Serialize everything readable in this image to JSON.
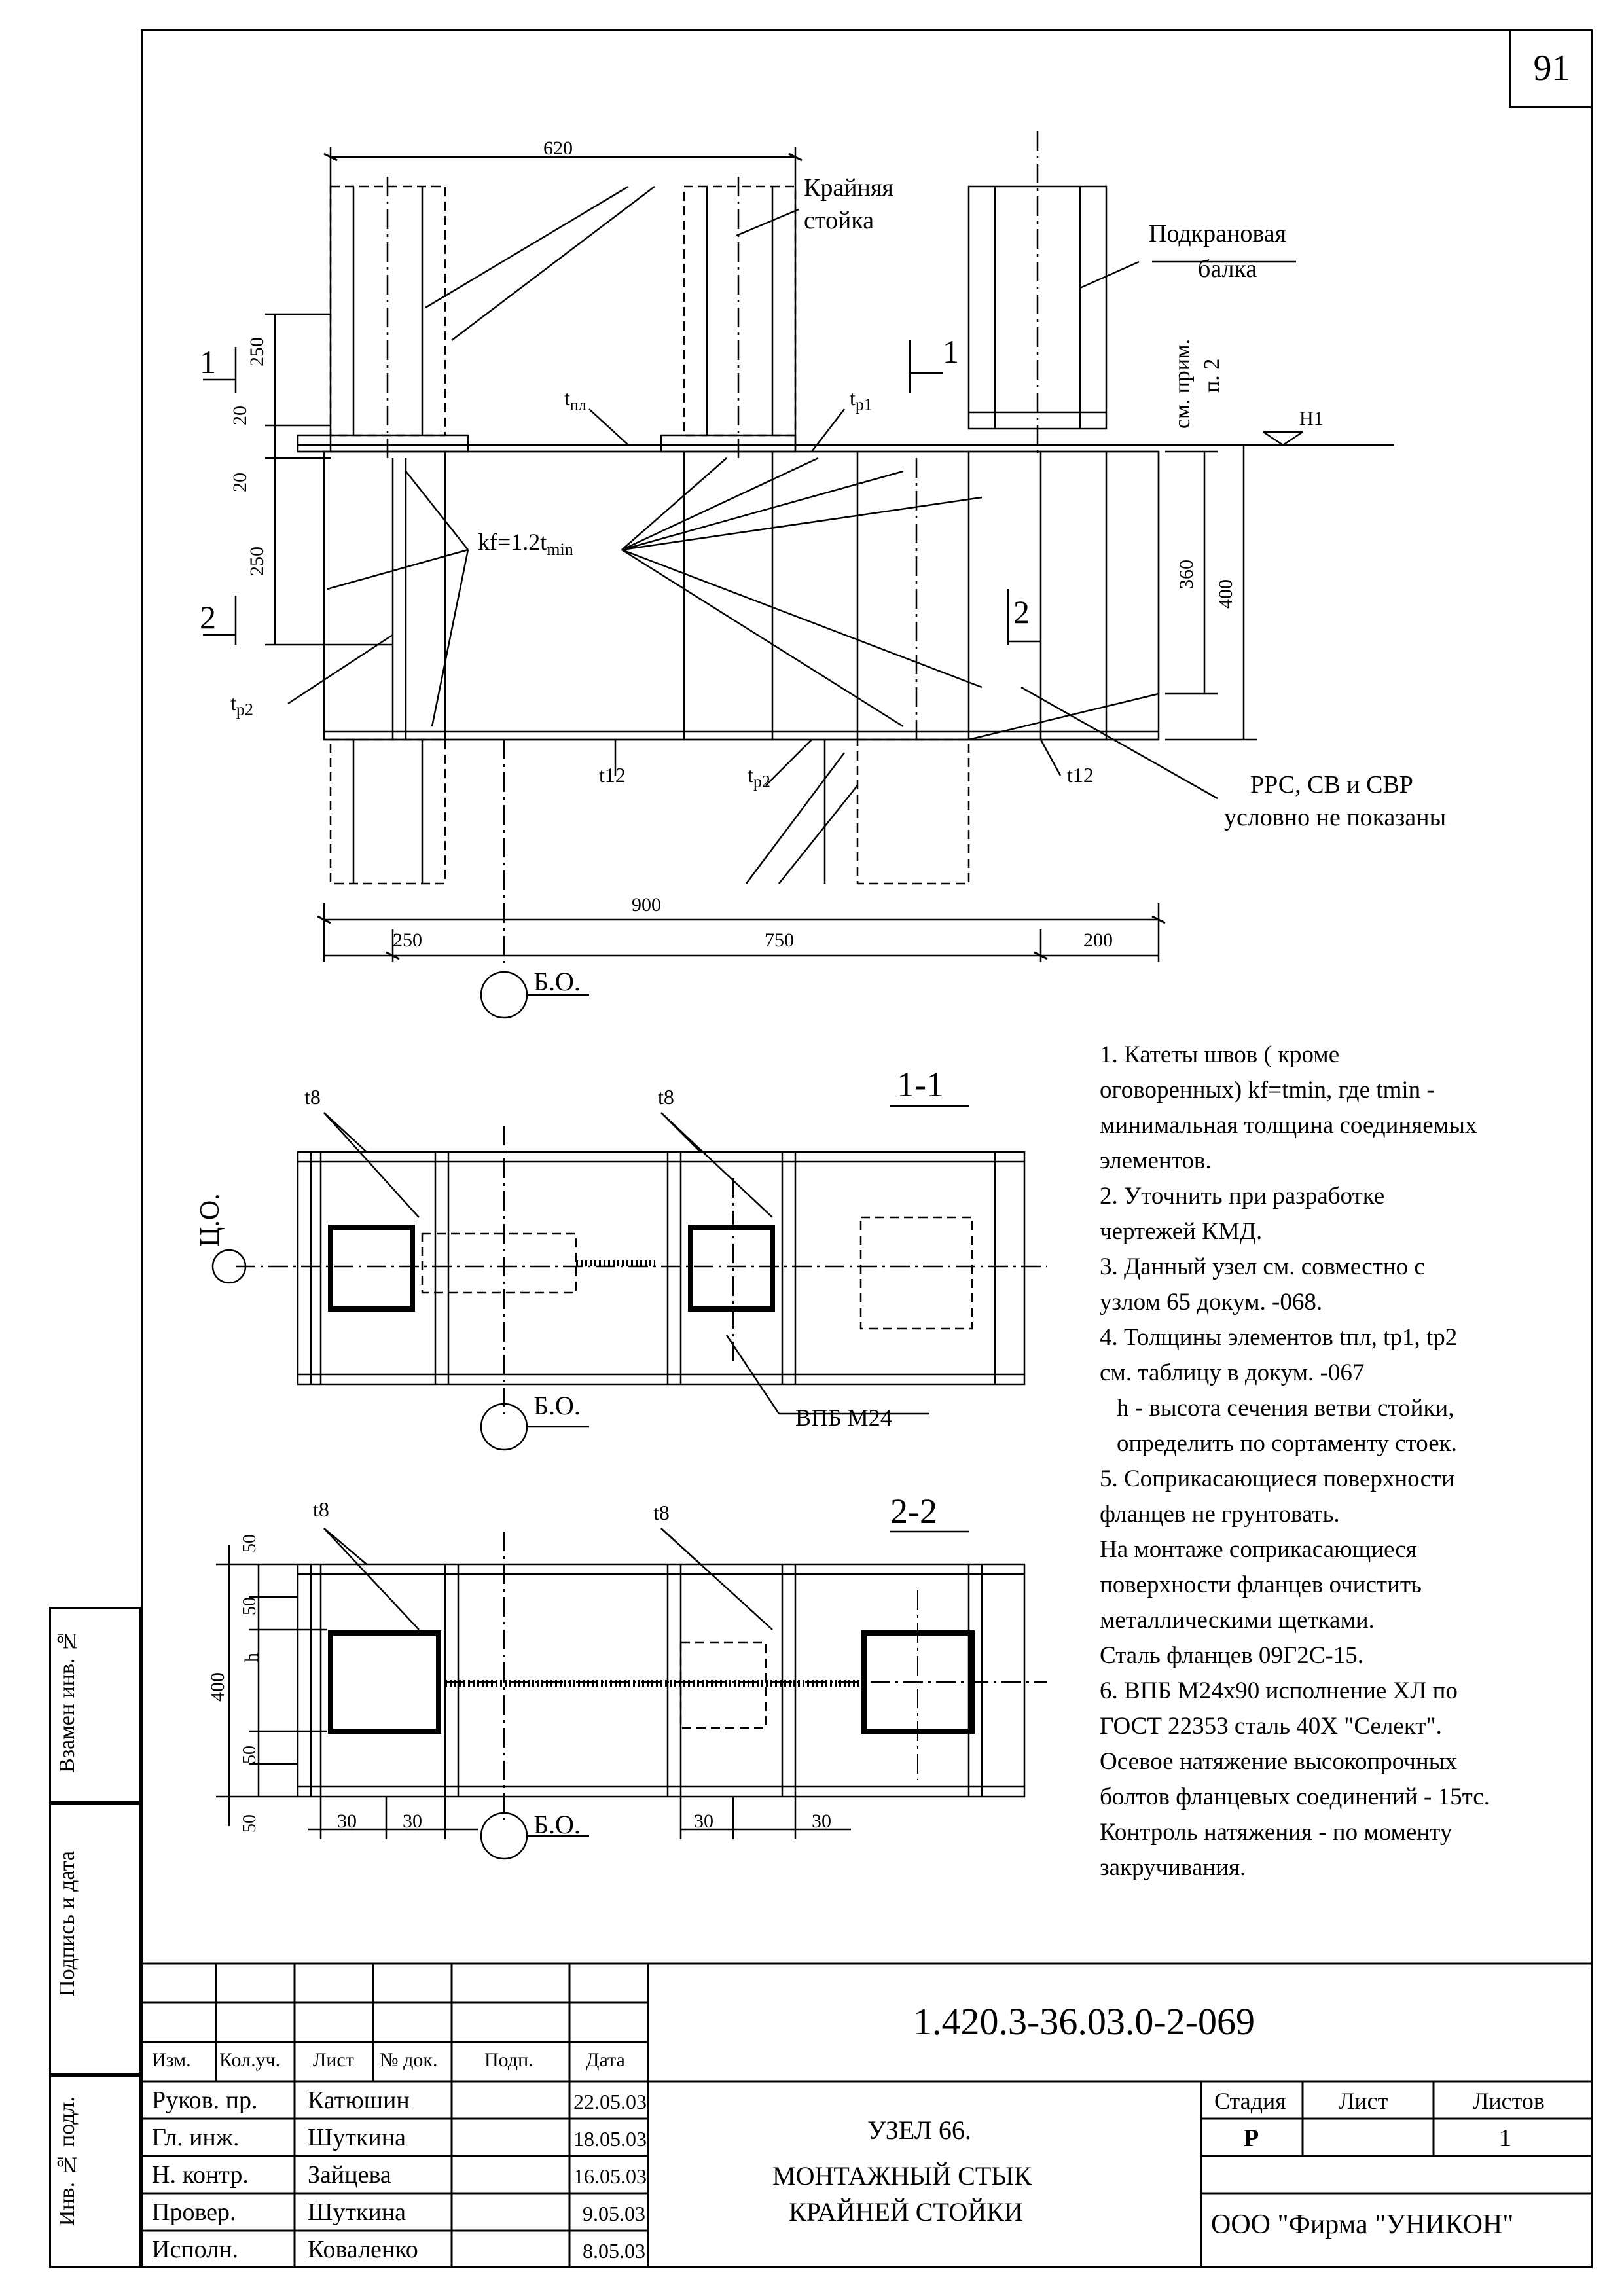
{
  "page_number": "91",
  "main_view": {
    "section_marks": {
      "s1_left": "1",
      "s1_right": "1",
      "s2_left": "2",
      "s2_right": "2"
    },
    "dim_top": "620",
    "dim_left": [
      "250",
      "20",
      "20",
      "250"
    ],
    "dim_right": [
      "360",
      "400"
    ],
    "dim_bottom_total": "900",
    "dim_bottom_parts": [
      "250",
      "750",
      "200"
    ],
    "labels": {
      "outer_post_line1": "Крайняя",
      "outer_post_line2": "стойка",
      "crane_beam_line1": "Подкрановая",
      "crane_beam_line2": "балка",
      "see_note": "см. прим.",
      "see_note_item": "п. 2",
      "h1": "H1",
      "t_pl_main": "t",
      "t_pl_sub": "пл",
      "tp1_main": "t",
      "tp1_sub": "p1",
      "tp2_left_main": "t",
      "tp2_left_sub": "p2",
      "tp2_bottom_main": "t",
      "tp2_bottom_sub": "p2",
      "kf_main": "kf=1.2t",
      "kf_sub": "min",
      "t12_left": "t12",
      "t12_right": "t12",
      "ppc_line1": "РРС, СВ и СВР",
      "ppc_line2": "условно не показаны",
      "bo": "Б.О."
    }
  },
  "section_1_1": {
    "title": "1-1",
    "t8_left": "t8",
    "t8_right": "t8",
    "co": "Ц.О.",
    "bo": "Б.О.",
    "bolt": "ВПБ М24"
  },
  "section_2_2": {
    "title": "2-2",
    "t8_left": "t8",
    "t8_right": "t8",
    "dims_left": [
      "50",
      "50",
      "h",
      "400",
      "50",
      "50"
    ],
    "dims_bottom": [
      "30",
      "30",
      "30",
      "30"
    ],
    "bo": "Б.О."
  },
  "notes": [
    "1. Катеты швов ( кроме",
    "оговоренных) kf=tmin, где tmin -",
    "минимальная толщина соединяемых",
    "элементов.",
    "2. Уточнить при разработке",
    "чертежей КМД.",
    "3. Данный узел см. совместно с",
    "узлом 65 докум. -068.",
    "4. Толщины элементов tпл, tp1, tp2",
    "см. таблицу в докум. -067",
    "h - высота сечения ветви стойки,",
    "определить по сортаменту стоек.",
    "5. Соприкасающиеся поверхности",
    "фланцев не грунтовать.",
    "На монтаже соприкасающиеся",
    "поверхности фланцев очистить",
    "металлическими щетками.",
    "Сталь фланцев 09Г2С-15.",
    "6. ВПБ М24х90 исполнение ХЛ по",
    "ГОСТ 22353 сталь 40Х \"Селект\".",
    "Осевое натяжение высокопрочных",
    "болтов фланцевых соединений - 15тс.",
    "Контроль натяжения - по моменту",
    "закручивания."
  ],
  "side_strip": {
    "replace_inv": "Взамен инв. №",
    "sign_date": "Подпись и дата",
    "inv_orig": "Инв. № подл."
  },
  "title_block": {
    "doc_code": "1.420.3-36.03.0-2-069",
    "header_cols": [
      "Изм.",
      "Кол.уч.",
      "Лист",
      "№ док.",
      "Подп.",
      "Дата"
    ],
    "rows": [
      {
        "role": "Руков. пр.",
        "name": "Катюшин",
        "date": "22.05.03"
      },
      {
        "role": "Гл. инж.",
        "name": "Шуткина",
        "date": "18.05.03"
      },
      {
        "role": "Н. контр.",
        "name": "Зайцева",
        "date": "16.05.03"
      },
      {
        "role": "Провер.",
        "name": "Шуткина",
        "date": "9.05.03"
      },
      {
        "role": "Исполн.",
        "name": "Коваленко",
        "date": "8.05.03"
      }
    ],
    "title_line1": "УЗЕЛ 66.",
    "title_line2": "МОНТАЖНЫЙ СТЫК",
    "title_line3": "КРАЙНЕЙ СТОЙКИ",
    "stage_header": "Стадия",
    "sheet_header": "Лист",
    "sheets_header": "Листов",
    "stage_value": "Р",
    "sheets_value": "1",
    "company": "ООО  \"Фирма \"УНИКОН\""
  }
}
